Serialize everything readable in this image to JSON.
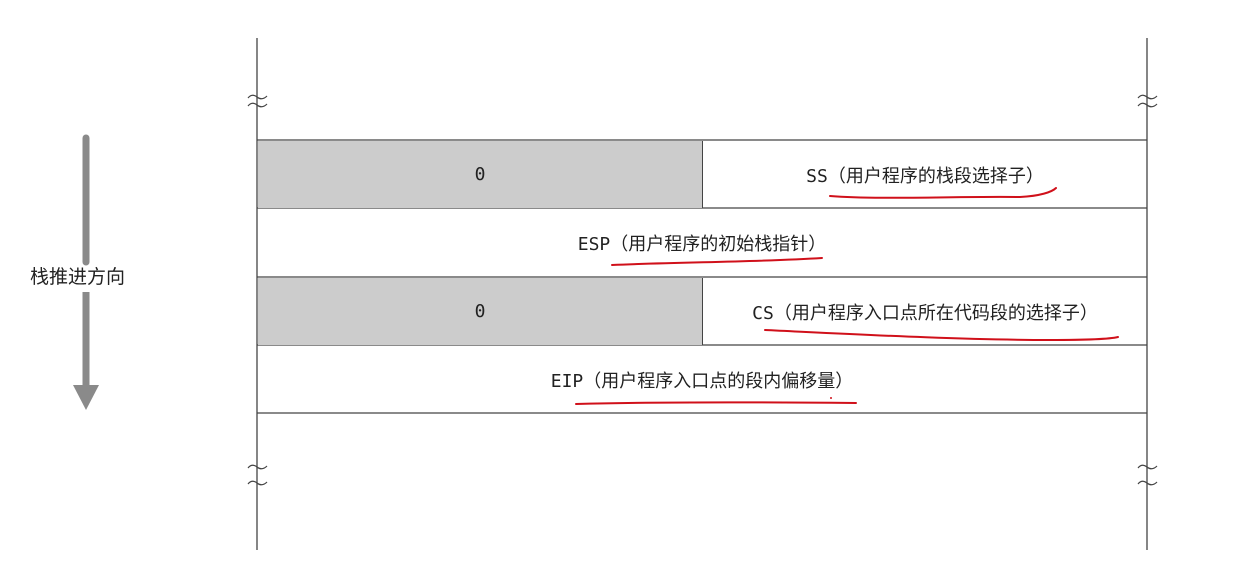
{
  "direction_label": "栈推进方向",
  "rows": [
    {
      "left": "0",
      "right": "SS（用户程序的栈段选择子）"
    },
    {
      "full": "ESP（用户程序的初始栈指针）"
    },
    {
      "left": "0",
      "right": "CS（用户程序入口点所在代码段的选择子）"
    },
    {
      "full": "EIP（用户程序入口点的段内偏移量）"
    }
  ],
  "colors": {
    "filled_cell": "#cccccc",
    "line": "#444444",
    "arrow": "#8a8a8a",
    "underline": "#d0101a"
  }
}
